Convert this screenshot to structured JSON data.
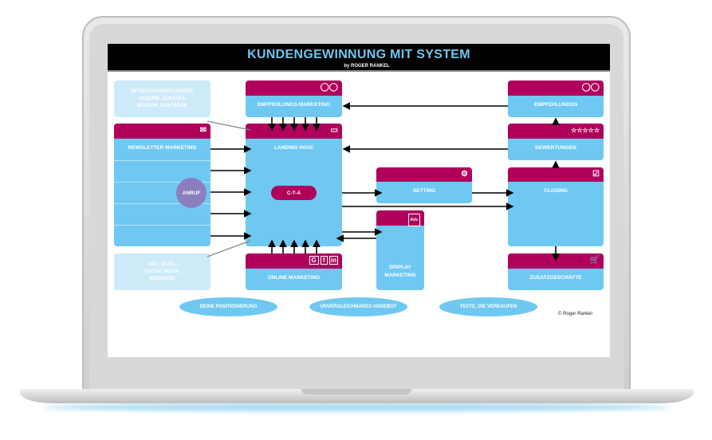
{
  "title": "KUNDENGEWINNUNG MIT SYSTEM",
  "subtitle": "by ROGER RANKEL",
  "left": {
    "top_note": [
      "ÖFFENTLICHKEITSARBEIT,",
      "AKQUISE, ZUKÄUFE,",
      "BÜCHER, VORTRÄGE"
    ],
    "newsletter": "NEWSLETTER MARKETING",
    "anruf": "ANRUF",
    "bottom_note": [
      "SEO, BLOG,",
      "SOCIAL MEDIA,",
      "WEBINARE"
    ]
  },
  "center": {
    "empfehlungs_marketing": "EMPFEHLUNGS-MARKETING",
    "landing_page": "LANDING PAGE",
    "cta": "C-T-A",
    "online_marketing": "ONLINE MARKETING",
    "social_icons": [
      "G",
      "f",
      "in"
    ]
  },
  "middle": {
    "setting": "SETTING",
    "display": [
      "DISPLAY",
      "MARKETING"
    ],
    "ads": "Ads"
  },
  "right": {
    "empfehlungen": "EMPFEHLUNGEN",
    "bewertungen": "BEWERTUNGEN",
    "stars": "☆☆☆☆☆",
    "closing": "CLOSING",
    "zusatz": "ZUSATZGESCHÄFTE"
  },
  "ellipses": [
    "DEINE POSITIONIERUNG",
    "UNVERGLEICHBARES ANGEBOT",
    "TEXTE, DIE VERKAUFEN"
  ],
  "copyright": "© Roger Rankel",
  "colors": {
    "magenta": "#b0005c",
    "blue": "#6ec8f2",
    "light": "#cdeaf9"
  }
}
